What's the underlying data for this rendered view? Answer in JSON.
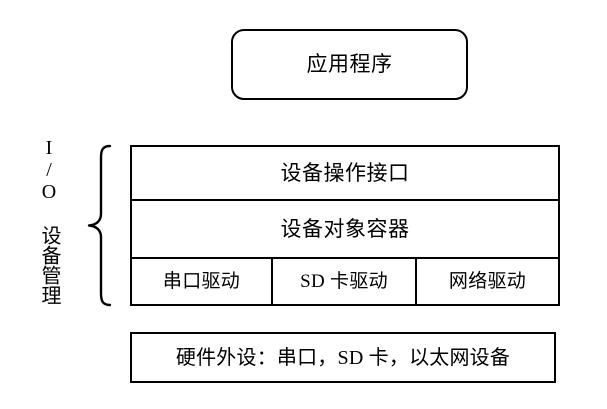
{
  "diagram": {
    "title_box": {
      "label": "应用程序"
    },
    "side_label": {
      "text": "I/O 设备管理"
    },
    "brace": {
      "icon": "curly-brace-left"
    },
    "io_stack": {
      "rows": [
        {
          "label": "设备操作接口"
        },
        {
          "label": "设备对象容器"
        }
      ],
      "drivers": [
        {
          "label": "串口驱动"
        },
        {
          "label": "SD 卡驱动"
        },
        {
          "label": "网络驱动"
        }
      ]
    },
    "hardware_box": {
      "label": "硬件外设：串口，SD 卡，以太网设备"
    },
    "colors": {
      "stroke": "#000000",
      "fill": "#ffffff",
      "text": "#000000"
    }
  }
}
